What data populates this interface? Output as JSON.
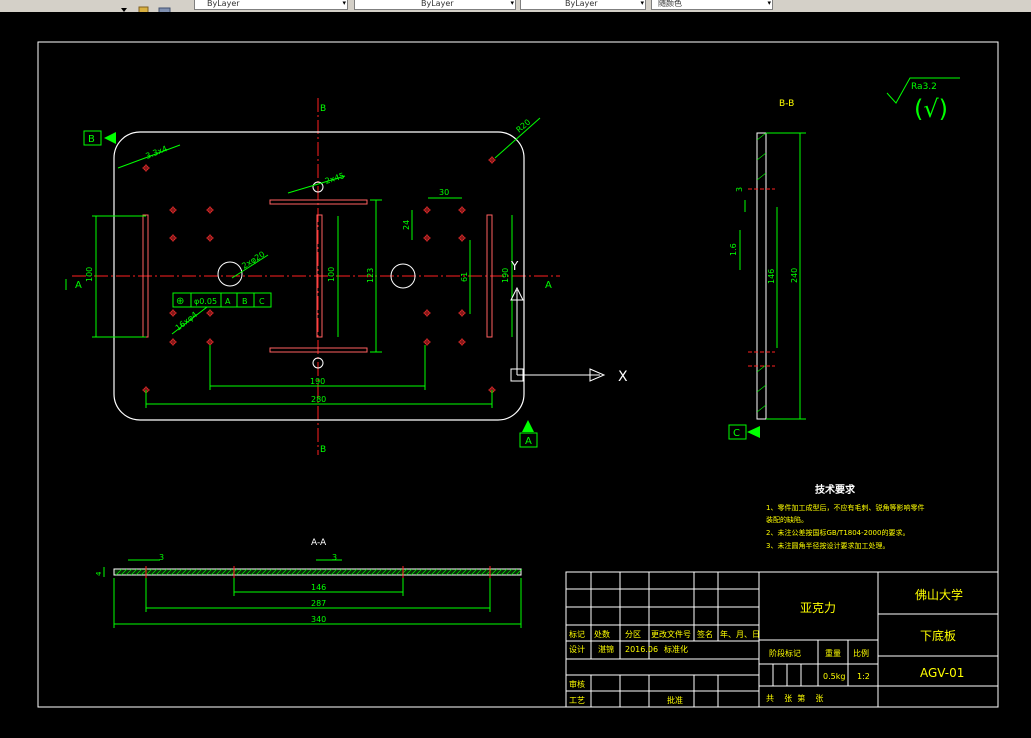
{
  "toolbar": {
    "layer_color": "ByLayer",
    "layer_linetype": "ByLayer",
    "layer_lineweight": "ByLayer",
    "plot_style": "随颜色",
    "dropdown_arrow": "▾"
  },
  "drawing": {
    "colors": {
      "background": "#000000",
      "outline": "#ffffff",
      "dimension": "#00ff00",
      "center": "#ff0000",
      "text": "#ffff00",
      "hole": "#ff0000"
    },
    "view_labels": {
      "b_ref": "B",
      "a_ref": "A",
      "a_ref_bottom": "A",
      "c_ref": "C",
      "b_top": "B",
      "b_bottom": "B"
    },
    "front_dims": {
      "chamfer": "3.3x4",
      "radius": "R20",
      "slot": "2x45",
      "bore": "2xφ20",
      "holes": "16xφ4",
      "tolerance_symbol": "⊕",
      "tolerance_value": "φ0.05",
      "datum_a": "A",
      "datum_b": "B",
      "datum_c": "C",
      "h100_left": "100",
      "h100_mid": "100",
      "h123": "123",
      "h61": "61",
      "h190": "190",
      "w30": "30",
      "w24": "24",
      "w190": "190",
      "w280": "280"
    },
    "ucs": {
      "y_label": "Y",
      "x_label": "X"
    },
    "section_bb": {
      "title": "B-B",
      "d3": "3",
      "d146": "146",
      "d240": "240",
      "d16": "1.6"
    },
    "section_aa": {
      "title": "A-A",
      "d3a": "3",
      "d3b": "3",
      "d4": "4",
      "d146": "146",
      "d287": "287",
      "d340": "340"
    },
    "roughness": {
      "value": "Ra3.2",
      "mark": "(√)"
    },
    "notes": {
      "title": "技术要求",
      "line1": "1、零件加工成型后，不应有毛刺、锐角等影响零件",
      "line2": "   装配的缺陷。",
      "line3": "2、未注公差按国标GB/T1804-2000的要求。",
      "line4": "3、未注圆角半径按设计要求加工处理。"
    },
    "title_block": {
      "material": "亚克力",
      "school": "佛山大学",
      "part_name": "下底板",
      "code": "AGV-01",
      "row_labels": [
        "标记",
        "处数",
        "分区",
        "更改文件号",
        "签名",
        "年、月、日"
      ],
      "designer_label": "设计",
      "designer": "湛锦",
      "date": "2016.06",
      "standard": "标准化",
      "stage_label": "阶段标记",
      "weight_label": "重量",
      "scale_label": "比例",
      "weight": "0.5kg",
      "scale": "1:2",
      "check_label": "审核",
      "process_label": "工艺",
      "approve_label": "批准",
      "sheets": "共    张  第    张"
    }
  }
}
